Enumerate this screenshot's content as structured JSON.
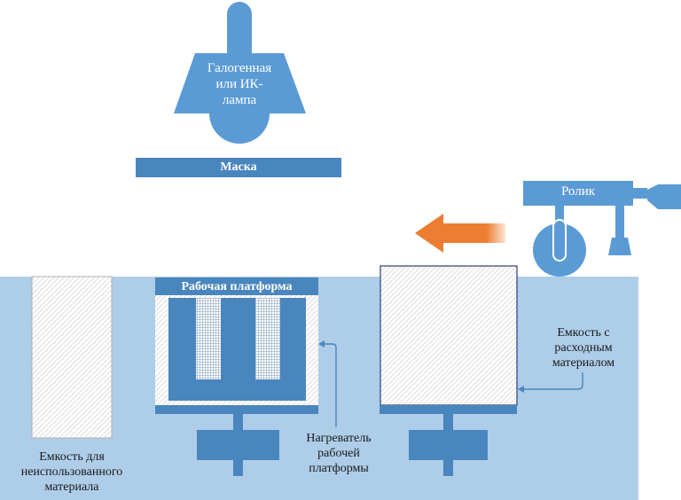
{
  "lamp": {
    "label_line1": "Галогенная",
    "label_line2": "или ИК-",
    "label_line3": "лампа"
  },
  "mask": {
    "label": "Маска"
  },
  "roller": {
    "label": "Ролик"
  },
  "platform": {
    "label": "Рабочая платформа"
  },
  "containers": {
    "unused": {
      "line1": "Емкость для",
      "line2": "неиспользованного",
      "line3": "материала"
    },
    "supply": {
      "line1": "Емкость с",
      "line2": "расходным",
      "line3": "материалом"
    }
  },
  "heater": {
    "line1": "Нагреватель",
    "line2": "рабочей",
    "line3": "платформы"
  },
  "colors": {
    "component_blue": "#4a86be",
    "light_blue": "#5b9bd5",
    "background_blue": "#aecde9",
    "arrow_orange": "#ed7d31"
  }
}
